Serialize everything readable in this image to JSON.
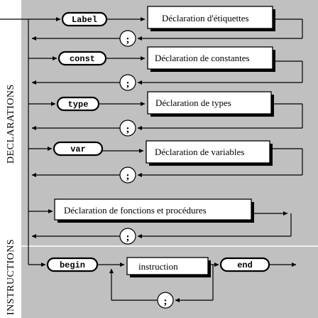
{
  "sections": {
    "declarations": "DECLARATIONS",
    "instructions": "INSTRUCTIONS"
  },
  "keywords": {
    "label": "Label",
    "const": "const",
    "type": "type",
    "var": "var",
    "begin": "begin",
    "end": "end"
  },
  "boxes": {
    "label": "Déclaration d'étiquettes",
    "const": "Déclaration de constantes",
    "type": "Déclaration de types",
    "var": "Déclaration de variables",
    "procs": "Déclaration de fonctions et procédures",
    "instruction": "instruction"
  },
  "separator": ";",
  "colors": {
    "panel": "#c0c0c0",
    "line": "#000000",
    "box": "#ffffff"
  }
}
